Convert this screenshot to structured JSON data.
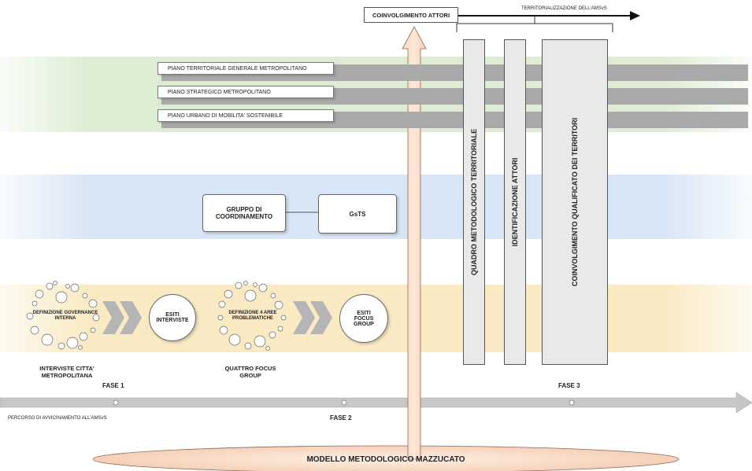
{
  "top": {
    "coinvolgimento_attori": "COINVOLGIMENTO ATTORI",
    "territorializzazione": "TERRITORIALIZZAZIONE DELL'AMSvS"
  },
  "plans": [
    "PIANO TERRITORIALE GENERALE METROPOLITANO",
    "PIANO STRATEGICO METROPOLITANO",
    "PIANO URBANO DI MOBILITA' SOSTENIBILE"
  ],
  "coordination": {
    "gruppo": "GRUPPO DI COORDINAMENTO",
    "gsts": "GsTS"
  },
  "phase1": {
    "cluster1": "DEFINIZIONE GOVERNANCE INTERNA",
    "esiti_interviste": "ESITI INTERVISTE",
    "interviste_caption": "INTERVISTE CITTA' METROPOLITANA",
    "cluster2": "DEFINIZIONE 4 AREE PROBLEMATICHE",
    "esiti_focus": "ESITI FOCUS GROUP",
    "focus_caption": "QUATTRO FOCUS GROUP"
  },
  "pillars": [
    "QUADRO METODOLOGICO TERRITORIALE",
    "IDENTIFICAZIONE ATTORI",
    "COINVOLGIMENTO QUALIFICATO DEI TERRITORI"
  ],
  "timeline": {
    "fase1": "FASE 1",
    "fase2": "FASE 2",
    "fase3": "FASE 3",
    "percorso": "PERCORSO DI AVVICINAMENTO ALL'AMSvS"
  },
  "base": {
    "modello": "MODELLO METODOLOGICO MAZZUCATO"
  }
}
